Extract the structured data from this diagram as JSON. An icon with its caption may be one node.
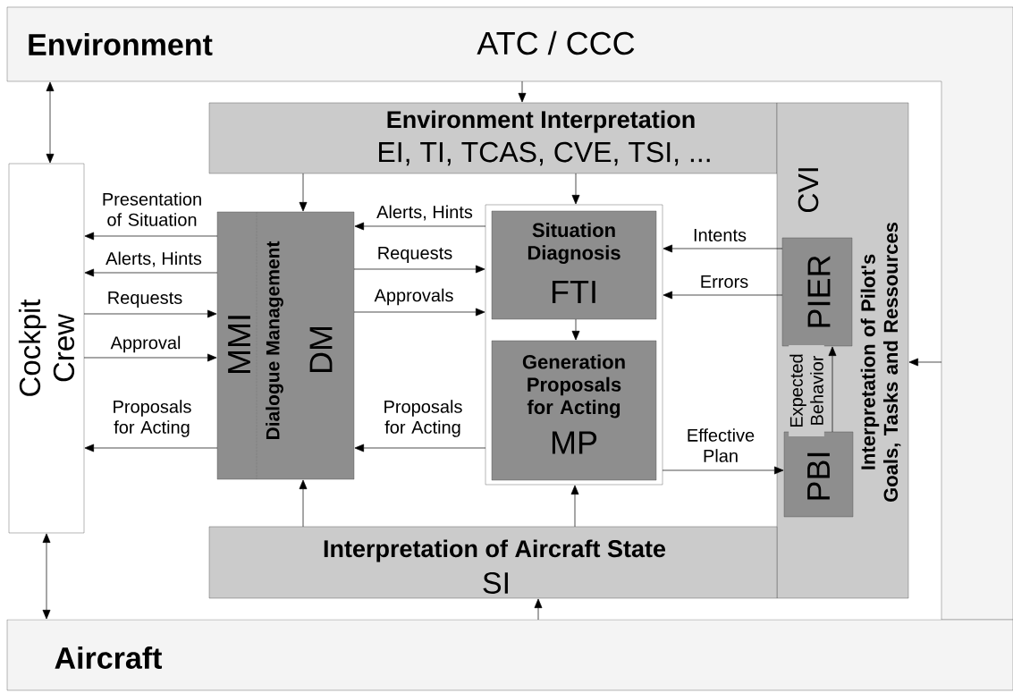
{
  "diagram": {
    "nodes": [
      {
        "text": [
          "Environment",
          "ATC / CCC"
        ]
      },
      {
        "text": [
          "Cockpit Crew"
        ]
      },
      {
        "text": [
          "Environment Interpretation",
          "EI, TI, TCAS, CVE, TSI, ..."
        ]
      },
      {
        "text": [
          "CVI",
          "Interpretation of Pilot's Goals, Tasks and Ressources"
        ]
      },
      {
        "text": [
          "PIER"
        ],
        "in": 3
      },
      {
        "text": [
          "PBI"
        ],
        "in": 3
      },
      {
        "text": [
          "MMI",
          "Dialogue Management",
          "DM"
        ]
      },
      {
        "text": [],
        "shape": "box"
      },
      {
        "text": [
          "Situation Diagnosis",
          "FTI"
        ],
        "in": 7
      },
      {
        "text": [
          "Generation Proposals for Acting",
          "MP"
        ],
        "in": 7
      },
      {
        "text": [
          "Interpretation of Aircraft State",
          "SI"
        ]
      },
      {
        "text": [
          "Aircraft"
        ]
      }
    ],
    "edges": [
      {
        "from": 0,
        "to": 1,
        "arrow": "both"
      },
      {
        "from": 0,
        "to": 2,
        "arrow": "to"
      },
      {
        "from": 2,
        "to": 6,
        "arrow": "to"
      },
      {
        "from": 2,
        "to": 7,
        "arrow": "to"
      },
      {
        "from": 6,
        "to": 1,
        "arrow": "to",
        "label": "Presentation of Situation"
      },
      {
        "from": 6,
        "to": 1,
        "arrow": "to",
        "label": "Alerts, Hints"
      },
      {
        "from": 1,
        "to": 6,
        "arrow": "to",
        "label": "Requests"
      },
      {
        "from": 1,
        "to": 6,
        "arrow": "to",
        "label": "Approval"
      },
      {
        "from": 6,
        "to": 1,
        "arrow": "to",
        "label": "Proposals for Acting"
      },
      {
        "from": 7,
        "to": 6,
        "arrow": "to",
        "label": "Alerts, Hints"
      },
      {
        "from": 6,
        "to": 7,
        "arrow": "to",
        "label": "Requests"
      },
      {
        "from": 6,
        "to": 7,
        "arrow": "to",
        "label": "Approvals"
      },
      {
        "from": 7,
        "to": 6,
        "arrow": "to",
        "label": "Proposals for Acting"
      },
      {
        "from": 8,
        "to": 9,
        "arrow": "to"
      },
      {
        "from": 4,
        "to": 7,
        "arrow": "to",
        "label": "Intents"
      },
      {
        "from": 4,
        "to": 7,
        "arrow": "to",
        "label": "Errors"
      },
      {
        "from": 7,
        "to": 5,
        "arrow": "to",
        "label": "Effective Plan"
      },
      {
        "from": 5,
        "to": 4,
        "arrow": "to",
        "label": "Expected Behavior"
      },
      {
        "from": 0,
        "to": 3,
        "arrow": "to"
      },
      {
        "from": 10,
        "to": 6,
        "arrow": "to"
      },
      {
        "from": 10,
        "to": 7,
        "arrow": "to"
      },
      {
        "from": 11,
        "to": 10,
        "arrow": "to"
      },
      {
        "from": 1,
        "to": 11,
        "arrow": "both"
      }
    ]
  }
}
